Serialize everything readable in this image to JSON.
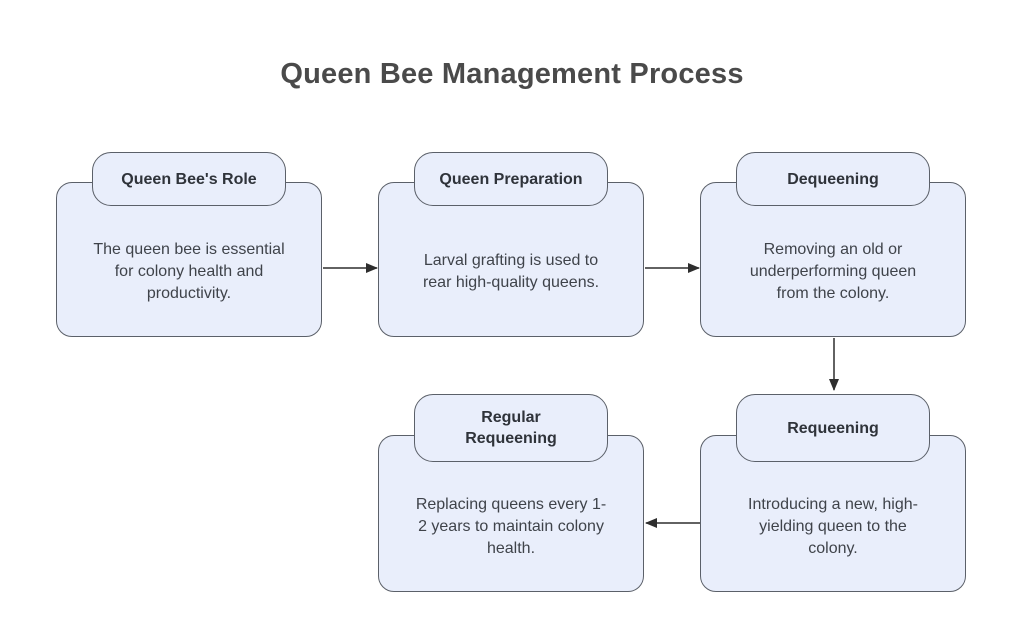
{
  "diagram": {
    "title": "Queen Bee Management Process",
    "nodes": [
      {
        "id": "queen-bees-role",
        "label": "Queen Bee's Role",
        "description": "The queen bee is essential\nfor colony health and\nproductivity."
      },
      {
        "id": "queen-preparation",
        "label": "Queen Preparation",
        "description": "Larval grafting is used to\nrear high-quality queens."
      },
      {
        "id": "dequeening",
        "label": "Dequeening",
        "description": "Removing an old or\nunderperforming queen\nfrom the colony."
      },
      {
        "id": "regular-requeening",
        "label": "Regular\nRequeening",
        "description": "Replacing queens every 1-\n2 years to maintain colony\nhealth."
      },
      {
        "id": "requeening",
        "label": "Requeening",
        "description": "Introducing a new, high-\nyielding queen to the\ncolony."
      }
    ],
    "edges": [
      {
        "from": "queen-bees-role",
        "to": "queen-preparation",
        "direction": "right"
      },
      {
        "from": "queen-preparation",
        "to": "dequeening",
        "direction": "right"
      },
      {
        "from": "dequeening",
        "to": "requeening",
        "direction": "down"
      },
      {
        "from": "requeening",
        "to": "regular-requeening",
        "direction": "left"
      }
    ],
    "colors": {
      "node_fill": "#e9eefb",
      "node_border": "#5b6069",
      "text": "#3f434a",
      "title": "#4a4a4a",
      "arrow": "#2e2e2e"
    }
  }
}
